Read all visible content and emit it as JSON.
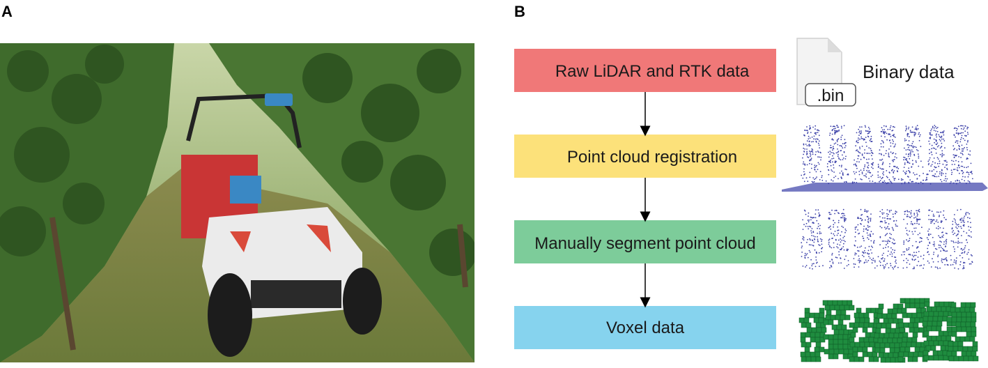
{
  "panels": {
    "a": "A",
    "b": "B"
  },
  "flowchart": {
    "steps": [
      {
        "label": "Raw LiDAR and RTK data",
        "color": "#f07878"
      },
      {
        "label": "Point cloud registration",
        "color": "#fce17a"
      },
      {
        "label": "Manually segment point cloud",
        "color": "#7dcc9a"
      },
      {
        "label": "Voxel data",
        "color": "#86d3ee"
      }
    ],
    "file_icon_label": ".bin",
    "side_label": "Binary data",
    "point_color": "#3b40a8",
    "voxel_color": "#1f8c3f"
  }
}
